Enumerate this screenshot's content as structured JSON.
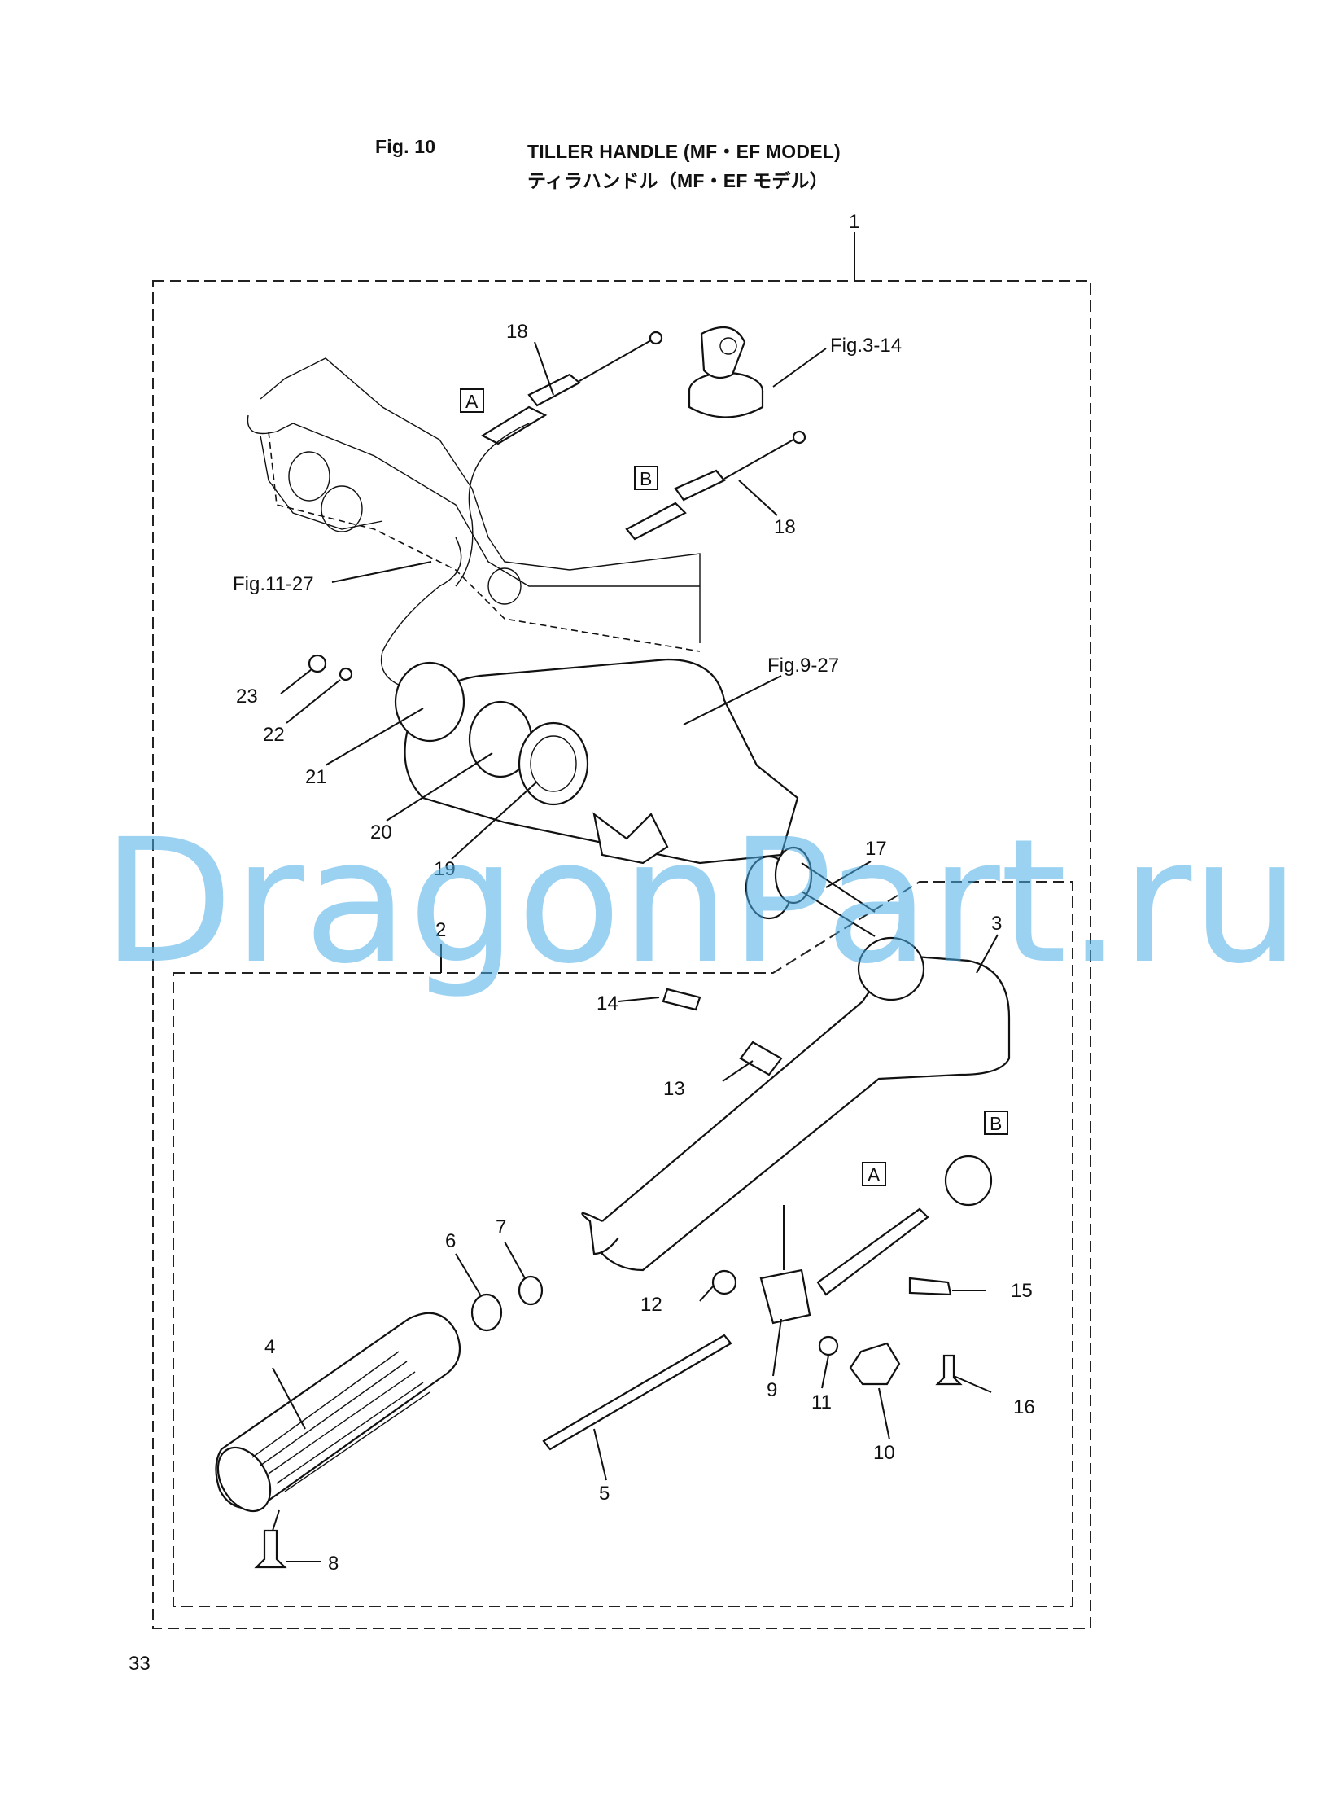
{
  "header": {
    "figure_label": "Fig. 10",
    "title_en": "TILLER HANDLE (MF・EF MODEL)",
    "title_jp": "ティラハンドル（MF・EF モデル）"
  },
  "page_number": "33",
  "watermark": "DragonPart.ru",
  "assembly_numbers": [
    "1",
    "2"
  ],
  "callouts": [
    "3",
    "4",
    "5",
    "6",
    "7",
    "8",
    "9",
    "10",
    "11",
    "12",
    "13",
    "14",
    "15",
    "16",
    "17",
    "18",
    "19",
    "20",
    "21",
    "22",
    "23"
  ],
  "figure_refs": [
    "Fig.3-14",
    "Fig.11-27",
    "Fig.9-27"
  ],
  "connection_labels": [
    "A",
    "B"
  ],
  "colors": {
    "watermark": "#4aaee8",
    "line": "#111111"
  }
}
